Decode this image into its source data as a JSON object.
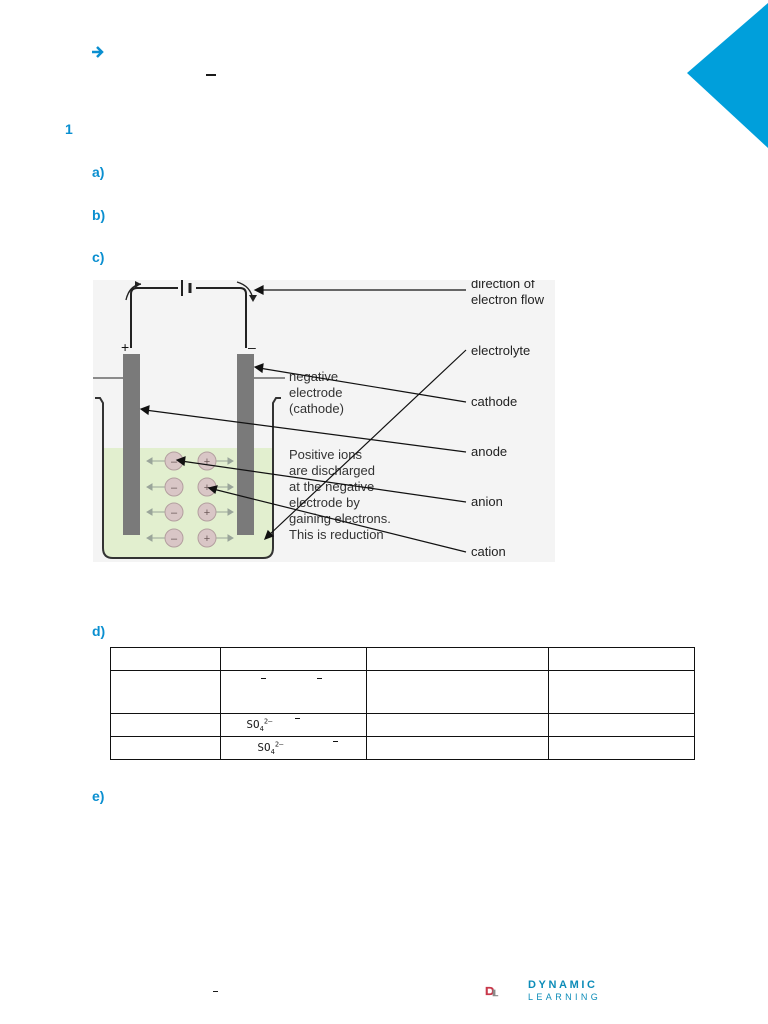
{
  "page": {
    "question_number": "1",
    "parts": {
      "a": "a)",
      "b": "b)",
      "c": "c)",
      "d": "d)",
      "e": "e)"
    }
  },
  "diagram": {
    "plus_sign": "+",
    "minus_sign": "–",
    "electrode_label": [
      "negative",
      "electrode",
      "(cathode)"
    ],
    "positive_ions_note": [
      "Positive ions",
      "are discharged",
      "at the negative",
      "electrode by",
      "gaining electrons.",
      "This is reduction"
    ],
    "ion_symbols": [
      "–",
      "+",
      "–",
      "+",
      "–",
      "+",
      "–",
      "+"
    ],
    "labels": {
      "direction_line1": "direction of",
      "direction_line2": "electron flow",
      "electrolyte": "electrolyte",
      "cathode": "cathode",
      "anode": "anode",
      "anion": "anion",
      "cation": "cation"
    }
  },
  "ion_table": {
    "row2_formula": {
      "base": "SO",
      "sub": "4",
      "sup": "2–"
    },
    "row3_formula": {
      "base": "SO",
      "sub": "4",
      "sup": "2–"
    }
  },
  "logo": {
    "line1": "DYNAMIC",
    "line2": "LEARNING",
    "primary_color": "#0c8cb8",
    "accent_color": "#c8384a"
  },
  "colors": {
    "accent_blue": "#0a8fd0",
    "corner_blue": "#009fdb",
    "electrolyte_green": "#e2efcf"
  }
}
